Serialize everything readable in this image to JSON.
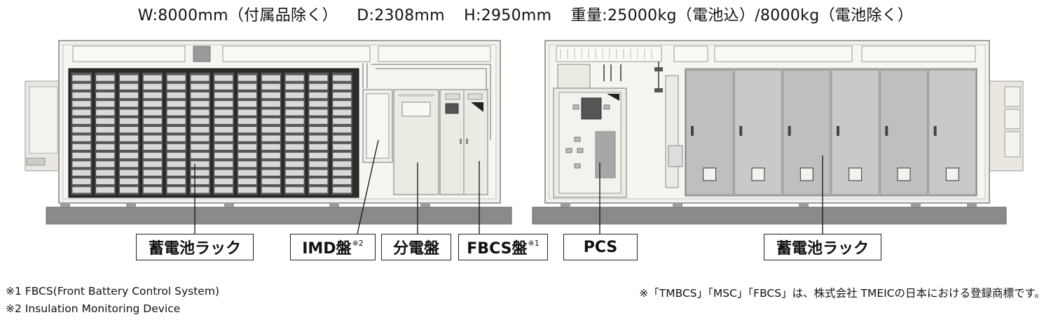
{
  "specs": {
    "width": "W:8000mm（付属品除く）",
    "depth": "D:2308mm",
    "height": "H:2950mm",
    "weight": "重量:25000kg（電池込）/8000kg（電池除く）"
  },
  "labels": {
    "battery_rack_left": "蓄電池ラック",
    "imd_panel": "IMD盤",
    "imd_mark": "※2",
    "distribution_panel": "分電盤",
    "fbcs_panel": "FBCS盤",
    "fbcs_mark": "※1",
    "pcs": "PCS",
    "battery_rack_right": "蓄電池ラック"
  },
  "notes": {
    "note1": "※1 FBCS(Front Battery Control System)",
    "note2": "※2 Insulation Monitoring Device",
    "trademark": "※「TMBCS」「MSC」「FBCS」は、株式会社 TMEICの日本における登録商標です。"
  }
}
